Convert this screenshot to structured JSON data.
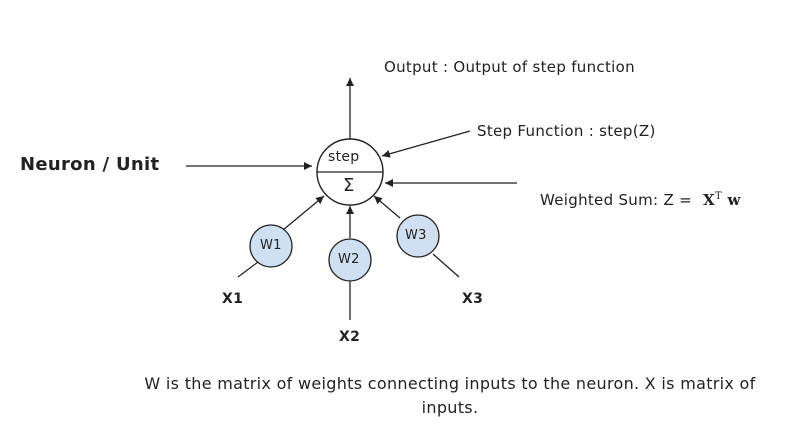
{
  "colors": {
    "node_fill": "#cfe0f3",
    "stroke": "#222222",
    "background": "#ffffff"
  },
  "diagram": {
    "left_label": "Neuron / Unit",
    "output_label": "Output : Output of step function",
    "step_label": "Step Function : step(Z)",
    "weighted_sum_label": "Weighted Sum: Z =",
    "weighted_sum_formula_x": "X",
    "weighted_sum_formula_sup": "T",
    "weighted_sum_formula_w": "w",
    "neuron_top": "step",
    "neuron_bottom": "Σ",
    "weights": [
      "W1",
      "W2",
      "W3"
    ],
    "inputs": [
      "X1",
      "X2",
      "X3"
    ],
    "caption": "W is the matrix of weights connecting inputs to the neuron. X is matrix of inputs."
  }
}
